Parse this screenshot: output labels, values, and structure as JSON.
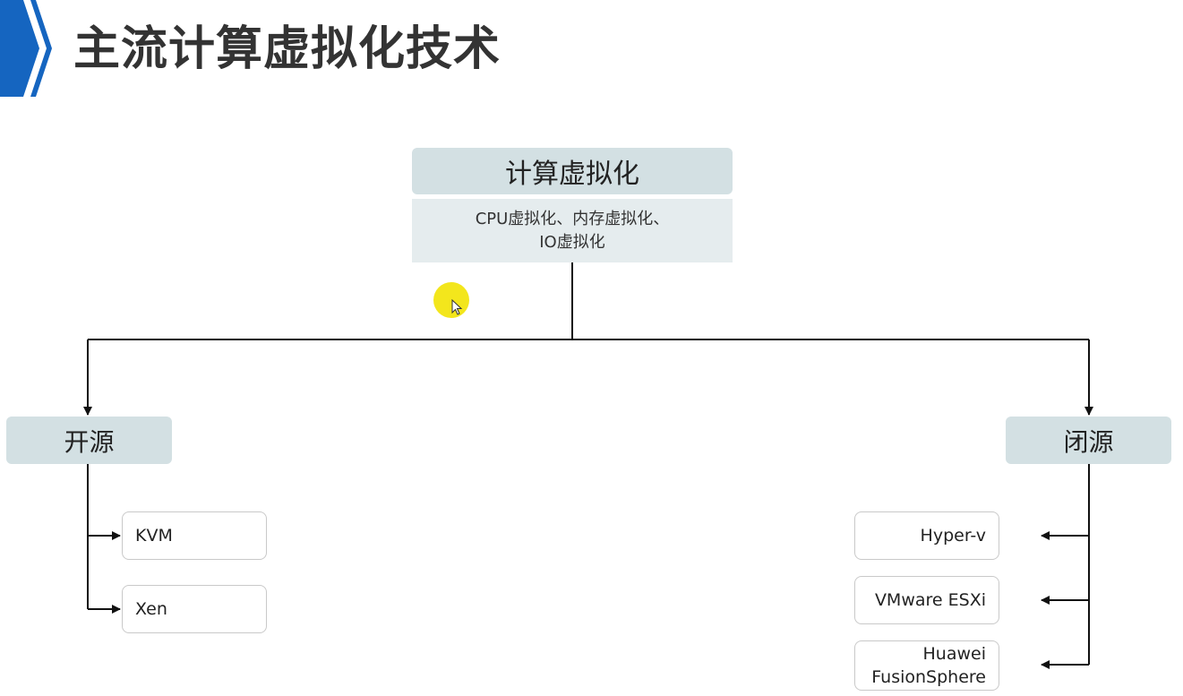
{
  "header": {
    "title": "主流计算虚拟化技术",
    "accent_color": "#1565c0"
  },
  "diagram": {
    "root": {
      "title": "计算虚拟化",
      "description_lines": [
        "CPU虚拟化、内存虚拟化、",
        "IO虚拟化"
      ]
    },
    "branches": {
      "open_source": {
        "label": "开源",
        "items": [
          "KVM",
          "Xen"
        ]
      },
      "closed_source": {
        "label": "闭源",
        "items": [
          "Hyper-v",
          "VMware ESXi",
          "Huawei FusionSphere"
        ],
        "huawei_lines": [
          "Huawei",
          "FusionSphere"
        ]
      }
    },
    "colors": {
      "node_fill": "#d3e0e3",
      "desc_fill": "#e5ecee",
      "leaf_border": "#c9c9c9",
      "line": "#111111"
    }
  },
  "overlay": {
    "cursor_highlight_color": "#f3e61c"
  }
}
